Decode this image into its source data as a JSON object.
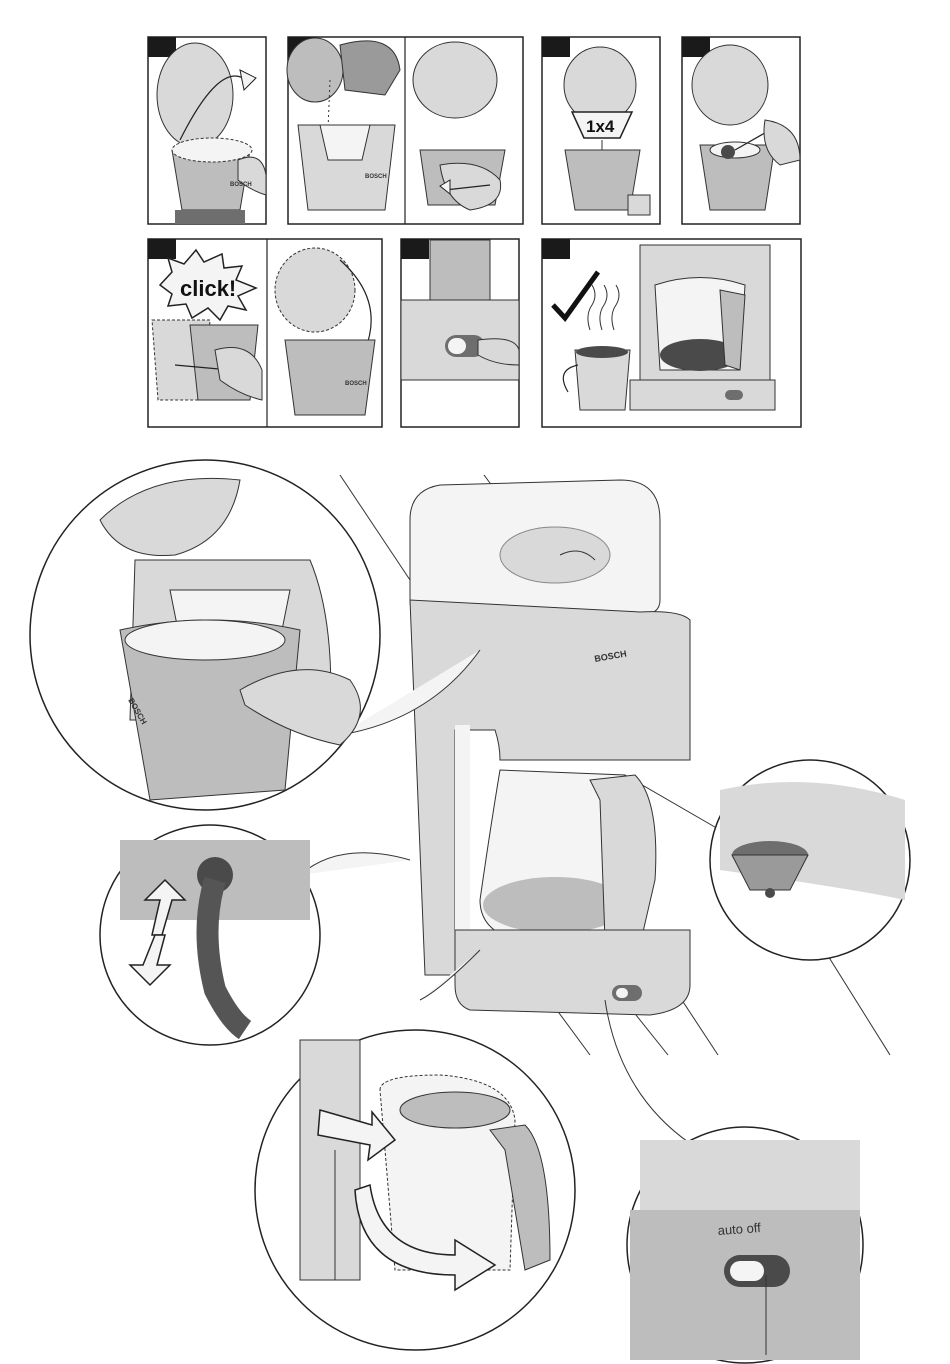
{
  "brand": "BOSCH",
  "illustrations": {
    "click_callout": "click!",
    "filter_callout": "1x4",
    "switch_label": "auto off"
  }
}
